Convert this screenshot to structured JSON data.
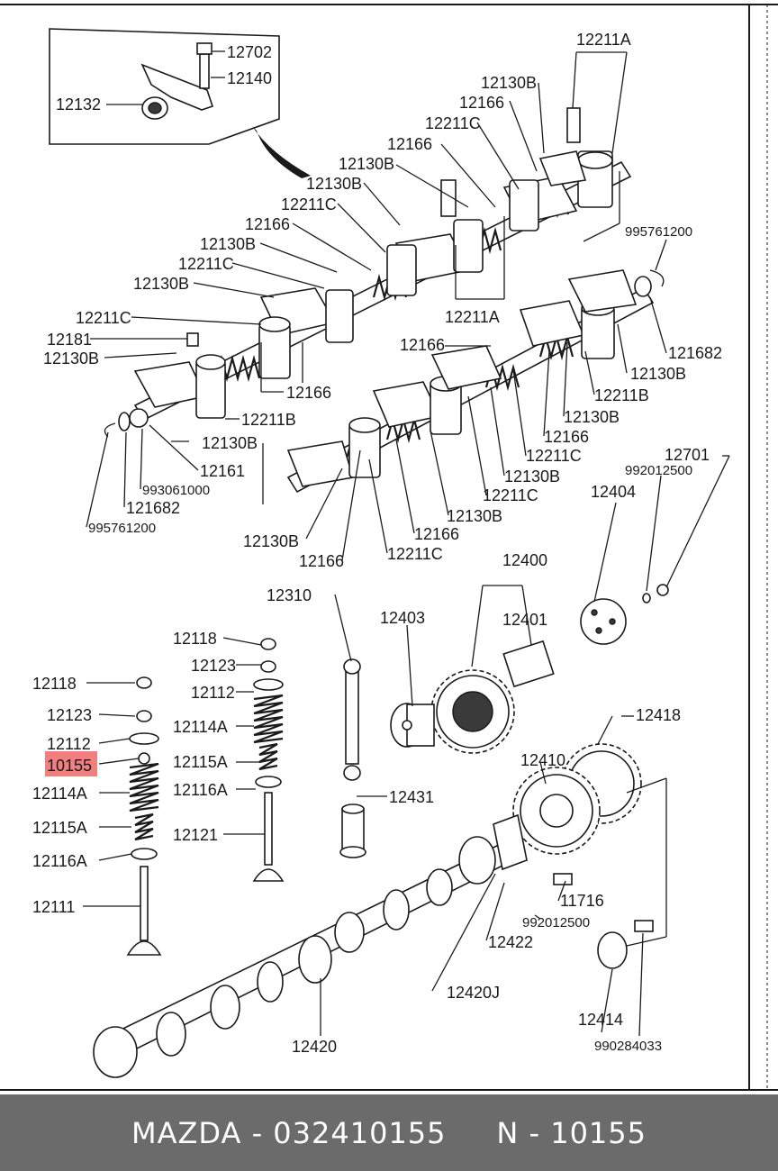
{
  "diagram": {
    "inset_labels": [
      "12702",
      "12140",
      "12132"
    ],
    "labels": {
      "l12211A_top": "12211A",
      "l12130B_1": "12130B",
      "l12166_1": "12166",
      "l12211C_1": "12211C",
      "l12166_2": "12166",
      "l12130B_2": "12130B",
      "l12130B_3": "12130B",
      "l12211C_2": "12211C",
      "l12166_3": "12166",
      "l12130B_4": "12130B",
      "l12211C_3": "12211C",
      "l12130B_5": "12130B",
      "l12211C_4": "12211C",
      "l12181": "12181",
      "l12130B_6": "12130B",
      "l12166_4": "12166",
      "l12211B_1": "12211B",
      "l12130B_7": "12130B",
      "l12161": "12161",
      "l993061000": "993061000",
      "l121682_1": "121682",
      "l995761200_1": "995761200",
      "l12211A_mid": "12211A",
      "l995761200_2": "995761200",
      "l121682_2": "121682",
      "l12130B_8": "12130B",
      "l12211B_2": "12211B",
      "l12130B_9": "12130B",
      "l12166_5": "12166",
      "l12211C_5": "12211C",
      "l12130B_10": "12130B",
      "l12211C_6": "12211C",
      "l12130B_11": "12130B",
      "l12166_6": "12166",
      "l12130B_12": "12130B",
      "l12166_7": "12166",
      "l12211C_7": "12211C",
      "l12166_8": "12166",
      "l12701": "12701",
      "l992012500_1": "992012500",
      "l12404": "12404",
      "l12400": "12400",
      "l12401": "12401",
      "l12403": "12403",
      "l12310": "12310",
      "l12118_1": "12118",
      "l12123_1": "12123",
      "l12112_1": "12112",
      "l12114A_1": "12114A",
      "l12115A_1": "12115A",
      "l12116A_1": "12116A",
      "l12121": "12121",
      "l12118_2": "12118",
      "l12123_2": "12123",
      "l12112_2": "12112",
      "l10155": "10155",
      "l12114A_2": "12114A",
      "l12115A_2": "12115A",
      "l12116A_2": "12116A",
      "l12111": "12111",
      "l12431": "12431",
      "l12410": "12410",
      "l12418": "12418",
      "l11716": "11716",
      "l992012500_2": "992012500",
      "l12422": "12422",
      "l12420J": "12420J",
      "l12420": "12420",
      "l12414": "12414",
      "l990284033": "990284033"
    },
    "highlight_label": "10155",
    "highlight_color": "#f08080"
  },
  "footer": {
    "text": "MAZDA - 032410155     N - 10155"
  }
}
